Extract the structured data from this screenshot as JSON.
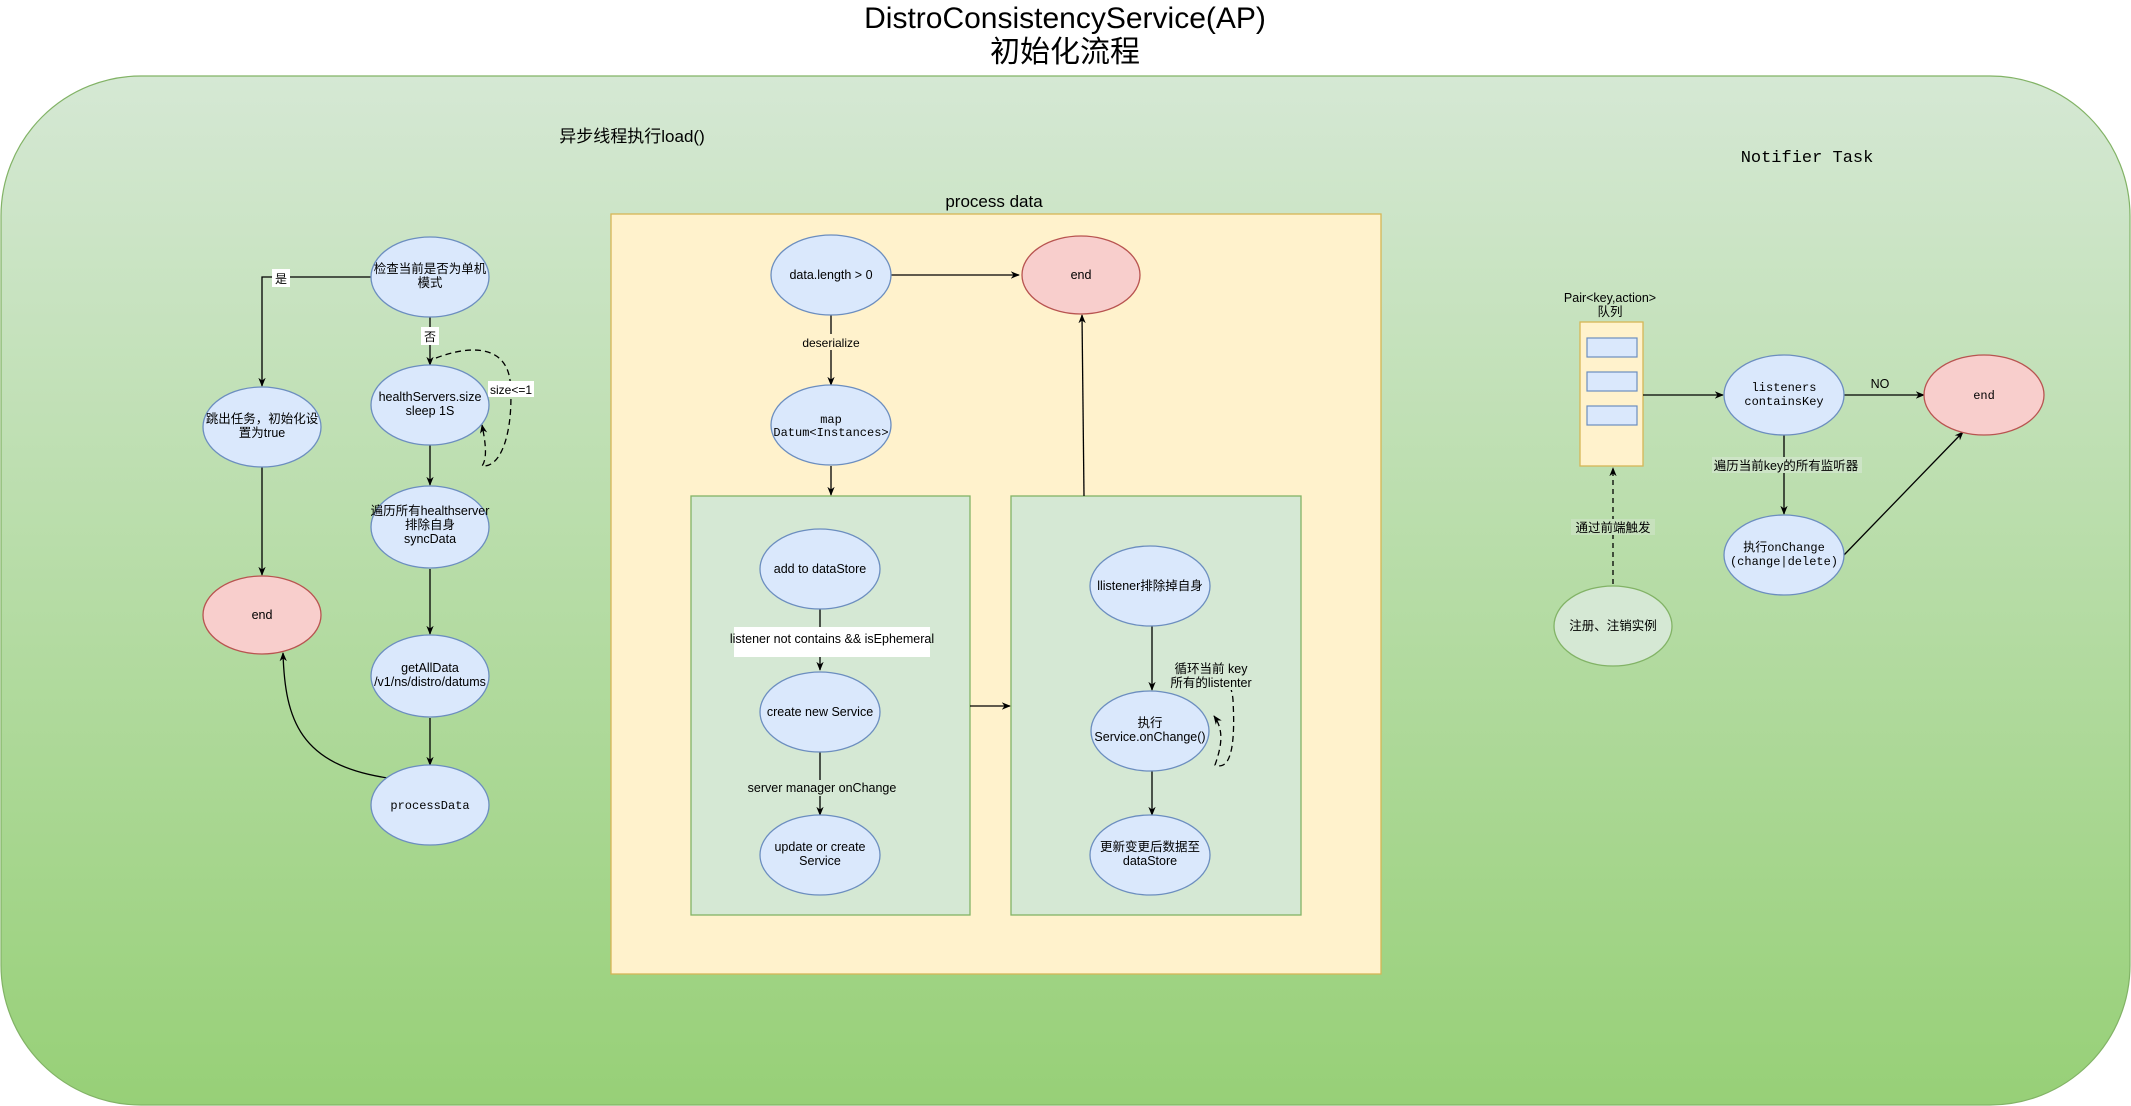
{
  "title": {
    "line1": "DistroConsistencyService(AP)",
    "line2": "初始化流程"
  },
  "colors": {
    "blue_node": "#dae8fc",
    "blue_stroke": "#6c8ebf",
    "red_node": "#f8cecc",
    "red_stroke": "#b85450",
    "green_node": "#d5e8d4",
    "green_stroke": "#82b366",
    "yellow_fill": "#fff2cc",
    "yellow_stroke": "#d6b656",
    "bg_top": "#d5e8d4",
    "bg_bottom": "#97d077"
  },
  "left": {
    "section_title": "异步线程执行load()",
    "check_standalone": {
      "l1": "检查当前是否为单机",
      "l2": "模式"
    },
    "label_yes": "是",
    "label_no": "否",
    "skip_task": {
      "l1": "跳出任务，初始化设",
      "l2": "置为true"
    },
    "end": "end",
    "health_servers": {
      "l1": "healthServers.size",
      "l2": "sleep 1S"
    },
    "label_size": "size<=1",
    "sync": {
      "l1": "遍历所有healthserver",
      "l2": "排除自身",
      "l3": "syncData"
    },
    "get_all": {
      "l1": "getAllData",
      "l2": "/v1/ns/distro/datums"
    },
    "process": "processData"
  },
  "middle": {
    "section_title": "process data",
    "data_length": "data.length > 0",
    "end": "end",
    "label_deserialize": "deserialize",
    "map": {
      "l1": "map",
      "l2": "Datum<Instances>"
    },
    "add_store": "add to dataStore",
    "label_listener": "listener not contains && isEphemeral",
    "create_service": "create new Service",
    "label_server_manager": "server manager onChange",
    "update_service": {
      "l1": "update or create",
      "l2": "Service"
    },
    "listener_exclude": "llistener排除掉自身",
    "label_loop": {
      "l1": "循环当前 key",
      "l2": "所有的listenter"
    },
    "on_change": {
      "l1": "执行",
      "l2": "Service.onChange()"
    },
    "update_store": {
      "l1": "更新变更后数据至",
      "l2": "dataStore"
    }
  },
  "right": {
    "section_title": "Notifier Task",
    "queue_label": {
      "l1": "Pair<key,action>",
      "l2": "队列"
    },
    "listeners": {
      "l1": "listeners",
      "l2": "containsKey"
    },
    "label_no": "NO",
    "end": "end",
    "label_traverse": "遍历当前key的所有监听器",
    "exec_onchange": {
      "l1": "执行onChange",
      "l2": "(change|delete)"
    },
    "label_trigger": "通过前端触发",
    "register": "注册、注销实例"
  }
}
